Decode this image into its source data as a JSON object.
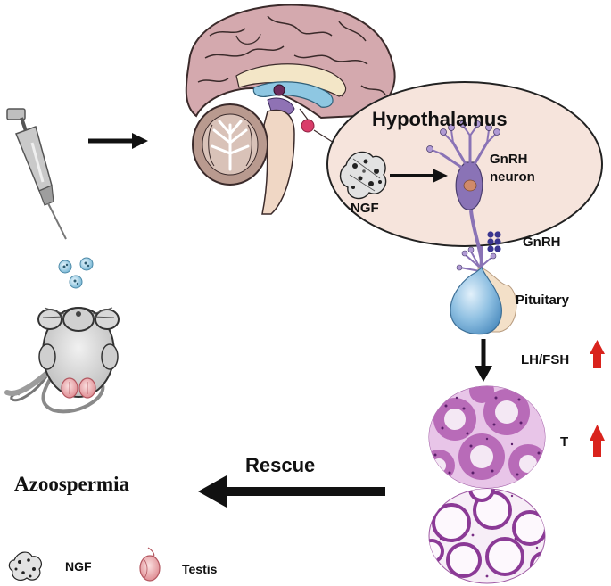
{
  "labels": {
    "hypothalamus": "Hypothalamus",
    "gnrh_neuron_line1": "GnRH",
    "gnrh_neuron_line2": "neuron",
    "ngf_inset": "NGF",
    "gnrh": "GnRH",
    "pituitary": "Pituitary",
    "lh_fsh": "LH/FSH",
    "t": "T",
    "rescue": "Rescue",
    "azoospermia": "Azoospermia"
  },
  "legend": [
    {
      "icon": "ngf-protein-icon",
      "label": "NGF"
    },
    {
      "icon": "testis-icon",
      "label": "Testis"
    }
  ],
  "colors": {
    "arrow": "#111111",
    "up_arrow": "#d9231d",
    "hypothalamus_fill": "#f6e4dc",
    "brain_cortex": "#cfa3a8",
    "ventricle": "#8ec7e2",
    "cerebellum": "#b99a8f",
    "neuron": "#8a73b6",
    "pituitary": "#7fb3d8",
    "tissue": "#b86bb8"
  }
}
